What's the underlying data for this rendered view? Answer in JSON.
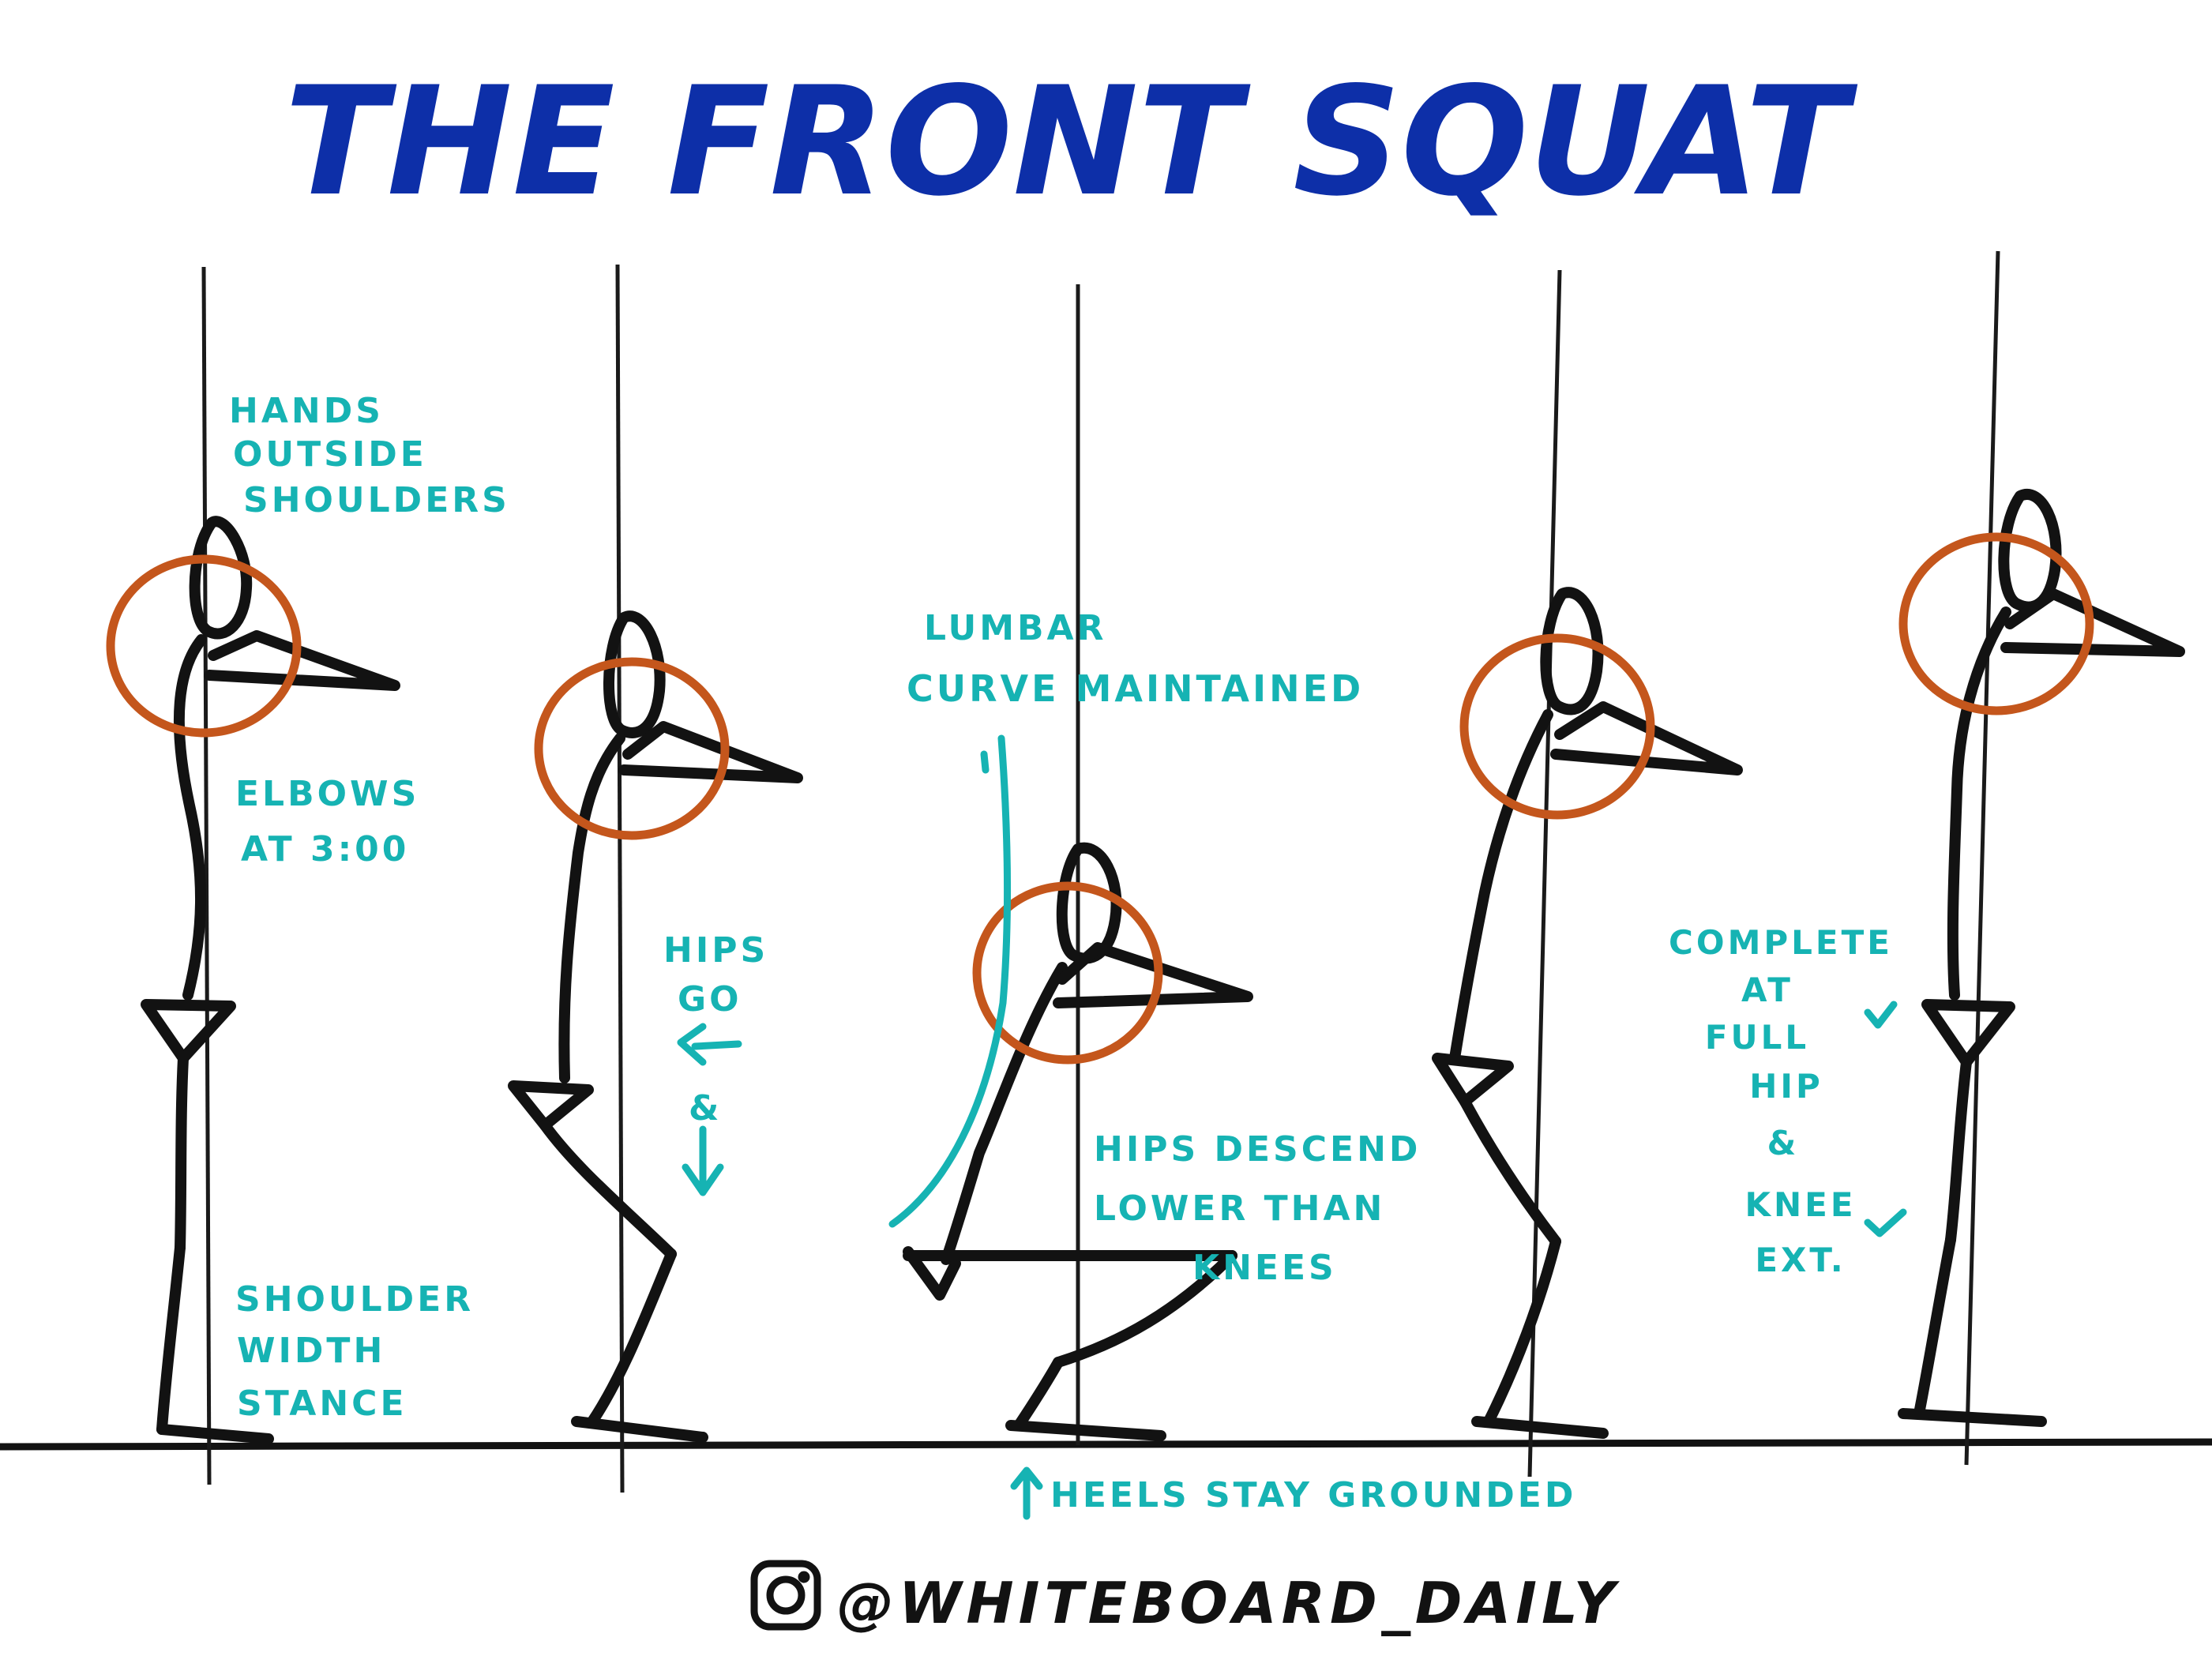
{
  "title": "THE FRONT SQUAT",
  "handle": "@WHITEBOARD_DAILY",
  "icons": {
    "social": "instagram-icon"
  },
  "colors": {
    "title": "#0d2fa8",
    "note": "#16b3b3",
    "ink": "#121212",
    "bar": "#c4561c"
  },
  "annotations": {
    "hands": [
      "HANDS",
      "OUTSIDE",
      "SHOULDERS"
    ],
    "elbows": [
      "ELBOWS",
      "AT 3:00"
    ],
    "stance": [
      "SHOULDER",
      "WIDTH",
      "STANCE"
    ],
    "hips_go": [
      "HIPS",
      "GO"
    ],
    "lumbar": [
      "LUMBAR",
      "CURVE MAINTAINED"
    ],
    "hips_descend": [
      "HIPS DESCEND",
      "LOWER THAN",
      "KNEES"
    ],
    "heels": "HEELS STAY GROUNDED",
    "complete": [
      "COMPLETE",
      "AT",
      "FULL",
      "HIP",
      "&",
      "KNEE",
      "EXT."
    ]
  }
}
